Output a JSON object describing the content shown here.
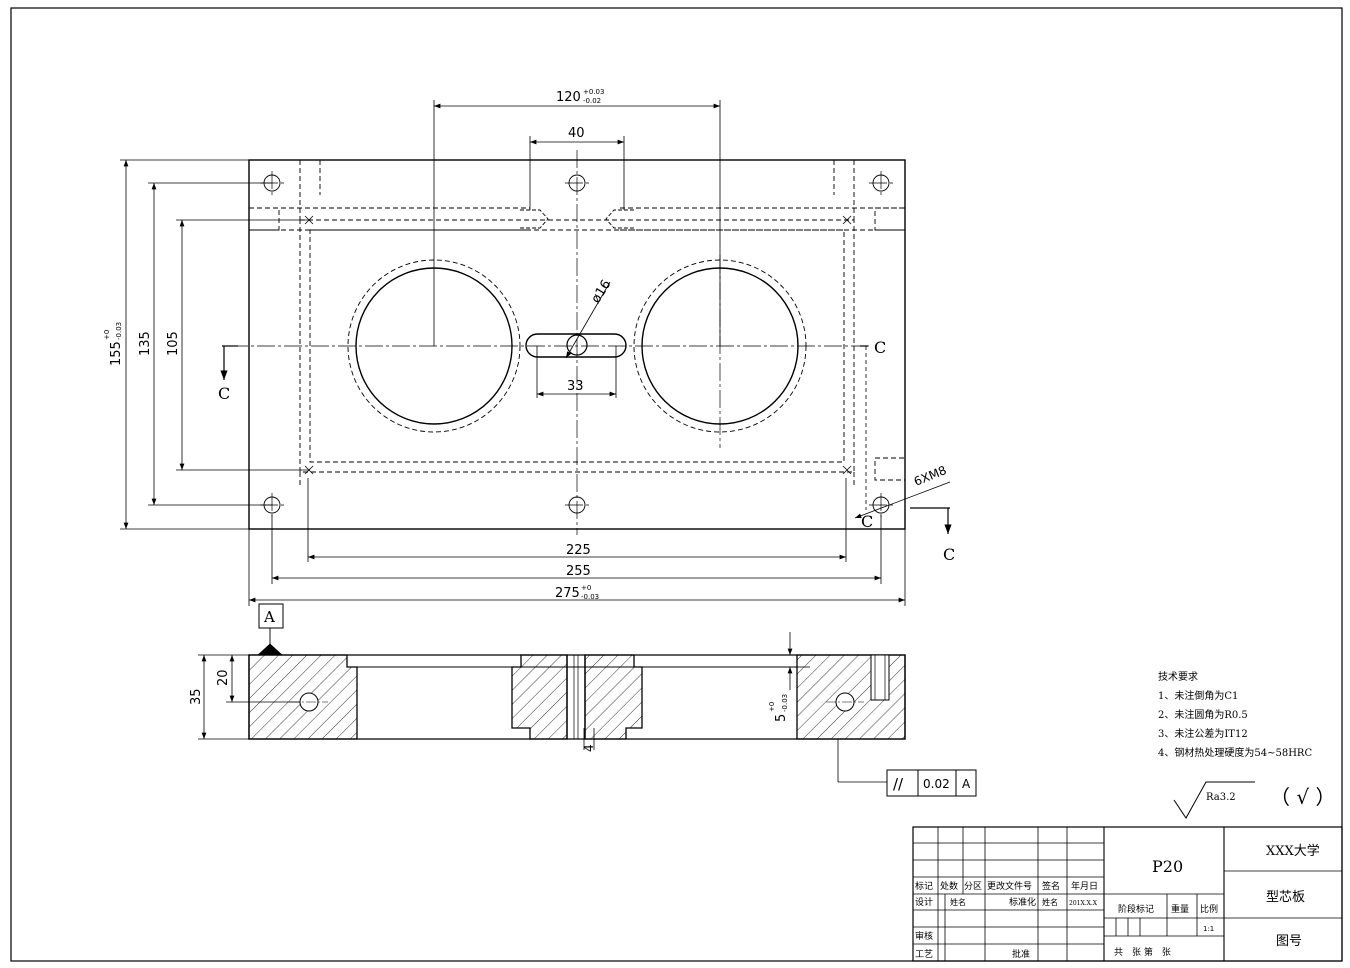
{
  "dimensions": {
    "top_width": "120",
    "top_width_tol_upper": "+0.03",
    "top_width_tol_lower": "-0.02",
    "slot_span": "40",
    "hole_dia": "ø16",
    "slot_length": "33",
    "thread": "6XM8",
    "width_225": "225",
    "width_255": "255",
    "width_275": "275",
    "width_275_tol_upper": "+0",
    "width_275_tol_lower": "-0.03",
    "height_155": "155",
    "height_155_tol_upper": "+0",
    "height_155_tol_lower": "-0.03",
    "height_135": "135",
    "height_105": "105",
    "section_c": "C",
    "datum_a": "A",
    "thickness_35": "35",
    "depth_20": "20",
    "depth_5": "5",
    "depth_5_tol_upper": "+0",
    "depth_5_tol_lower": "-0.03",
    "small_4": "4",
    "tolerance_symbol": "//",
    "tolerance_value": "0.02",
    "tolerance_datum": "A"
  },
  "notes": {
    "title": "技术要求",
    "items": [
      "1、未注倒角为C1",
      "2、未注圆角为R0.5",
      "3、未注公差为IT12",
      "4、钢材热处理硬度为54~58HRC"
    ]
  },
  "roughness": {
    "ra": "Ra3.2",
    "other": "（ √ ）"
  },
  "title_block": {
    "material": "P20",
    "school": "XXX大学",
    "part_name": "型芯板",
    "drawing_no": "图号",
    "h_mark": "标记",
    "h_count": "处数",
    "h_zone": "分区",
    "h_doc": "更改文件号",
    "h_sign": "签名",
    "h_date": "年月日",
    "r_design": "设计",
    "r_name": "姓名",
    "r_std": "标准化",
    "r_name2": "姓名",
    "r_date": "201X.X.X",
    "stage": "阶段标记",
    "weight": "重量",
    "ratio_label": "比例",
    "ratio": "1:1",
    "review": "审核",
    "craft": "工艺",
    "approve": "批准",
    "sheets": "共　张 第　张"
  }
}
